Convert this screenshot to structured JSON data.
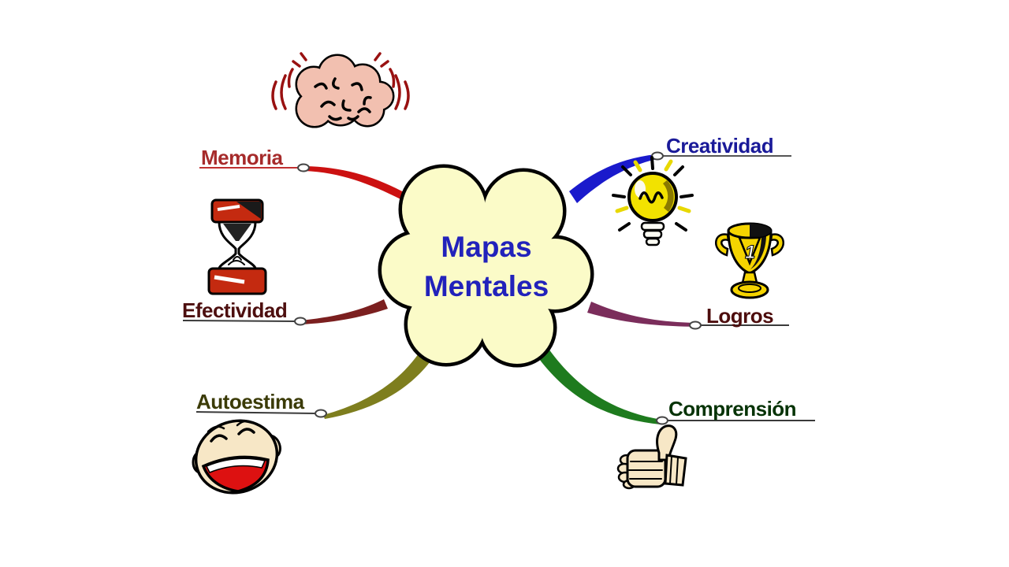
{
  "diagram": {
    "type": "mind-map",
    "title": {
      "line1": "Mapas",
      "line2": "Mentales",
      "color": "#2222bb"
    },
    "center": {
      "shape": "cloud",
      "fill": "#fbfbc8",
      "outline": "#000000"
    },
    "colors": {
      "background": "#ffffff",
      "node_fill": "#ffffff",
      "connector_gray": "#3a3a3a"
    },
    "branches": [
      {
        "label": "Memoria",
        "label_color": "#a62b2b",
        "line_color": "#cc1111",
        "underline_color": "#c03030",
        "icon": "brain-icon",
        "position": "top-left"
      },
      {
        "label": "Efectividad",
        "label_color": "#4d0f0f",
        "line_color": "#7b1f1f",
        "underline_color": "#3a3a3a",
        "icon": "hourglass-icon",
        "position": "middle-left"
      },
      {
        "label": "Autoestima",
        "label_color": "#3b3b07",
        "line_color": "#7e7e1e",
        "underline_color": "#3a3a3a",
        "icon": "laughing-face-icon",
        "position": "bottom-left"
      },
      {
        "label": "Creatividad",
        "label_color": "#1a1a99",
        "line_color": "#1a1acc",
        "underline_color": "#555555",
        "icon": "light-bulb-icon",
        "position": "top-right"
      },
      {
        "label": "Logros",
        "label_color": "#4d0d0d",
        "line_color": "#7b2d5b",
        "underline_color": "#3a3a3a",
        "icon": "trophy-icon",
        "position": "middle-right"
      },
      {
        "label": "Comprensión",
        "label_color": "#063306",
        "line_color": "#1e7b1e",
        "underline_color": "#3a3a3a",
        "icon": "thumbs-up-icon",
        "position": "bottom-right"
      }
    ],
    "icons": {
      "trophy_number": "1"
    }
  }
}
